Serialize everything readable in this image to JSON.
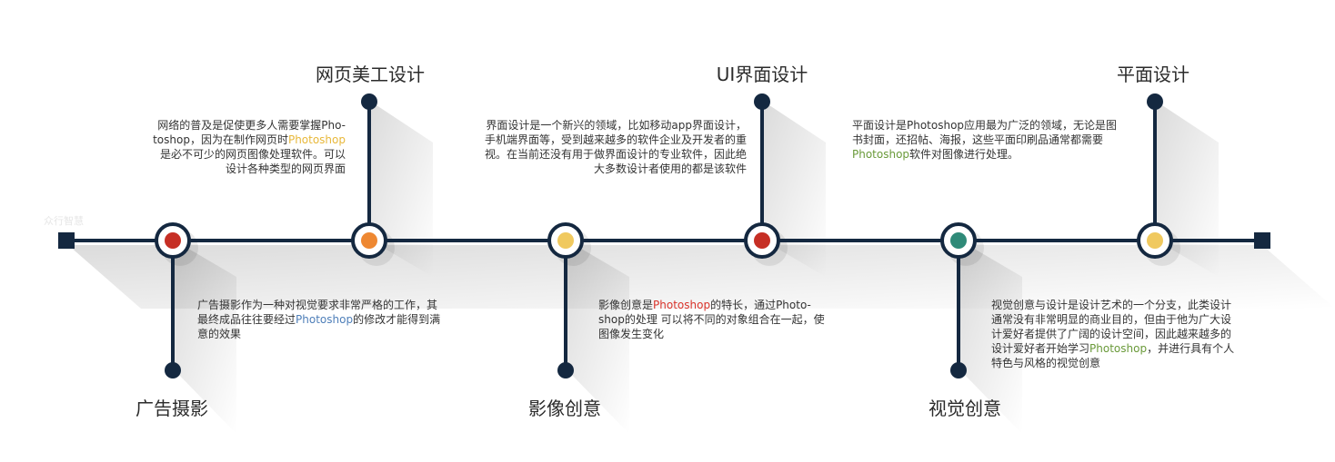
{
  "watermark": "众行智慧",
  "colors": {
    "line": "#142840",
    "red": "#c62f25",
    "orange": "#ee8832",
    "yellow": "#f0c95f",
    "teal": "#2f8a78",
    "link_yellow": "#e8b83a",
    "link_blue": "#4f7fb9",
    "link_red": "#d9342b",
    "link_green": "#6a9a3a"
  },
  "items": [
    {
      "title": "广告摄影",
      "node_color": "red",
      "desc": [
        {
          "t": "广告摄影作为一种对视觉要求非常严格的工作，其"
        },
        {
          "t": "最终成品往往要经过"
        },
        {
          "t": "Photoshop",
          "c": "link_blue"
        },
        {
          "t": "的修改才能得到满"
        },
        {
          "t": "意的效果"
        }
      ]
    },
    {
      "title": "网页美工设计",
      "node_color": "orange",
      "desc": [
        {
          "t": "网络的普及是促使更多人需要掌握Pho-"
        },
        {
          "t": "toshop，因为在制作网页时"
        },
        {
          "t": "Photoshop",
          "c": "link_yellow"
        },
        {
          "t": "是必不可少的网页图像处理软件。可以"
        },
        {
          "t": "设计各种类型的网页界面"
        }
      ]
    },
    {
      "title": "影像创意",
      "node_color": "yellow",
      "desc": [
        {
          "t": "影像创意是"
        },
        {
          "t": "Photoshop",
          "c": "link_red"
        },
        {
          "t": "的特长，通过Photo-"
        },
        {
          "t": "shop的处理 可以将不同的对象组合在一起，使"
        },
        {
          "t": "图像发生变化"
        }
      ]
    },
    {
      "title": "UI界面设计",
      "node_color": "red",
      "desc": [
        {
          "t": "界面设计是一个新兴的领域，比如移动app界面设计，"
        },
        {
          "t": "手机端界面等，受到越来越多的软件企业及开发者的重"
        },
        {
          "t": "视。在当前还没有用于做界面设计的专业软件，因此绝"
        },
        {
          "t": "大多数设计者使用的都是该软件"
        }
      ]
    },
    {
      "title": "视觉创意",
      "node_color": "teal",
      "desc": [
        {
          "t": "视觉创意与设计是设计艺术的一个分支，此类设计"
        },
        {
          "t": "通常没有非常明显的商业目的，但由于他为广大设"
        },
        {
          "t": "计爱好者提供了广阔的设计空间，因此越来越多的"
        },
        {
          "t": "设计爱好者开始学习"
        },
        {
          "t": "Photoshop",
          "c": "link_green"
        },
        {
          "t": "，并进行具有个人"
        },
        {
          "t": "特色与风格的视觉创意"
        }
      ]
    },
    {
      "title": "平面设计",
      "node_color": "yellow",
      "desc": [
        {
          "t": "平面设计是Photoshop应用最为广泛的领域，无论是图"
        },
        {
          "t": "书封面，还招帖、海报，这些平面印刷品通常都需要"
        },
        {
          "t": "Photoshop",
          "c": "link_green"
        },
        {
          "t": "软件对图像进行处理。"
        }
      ]
    }
  ]
}
